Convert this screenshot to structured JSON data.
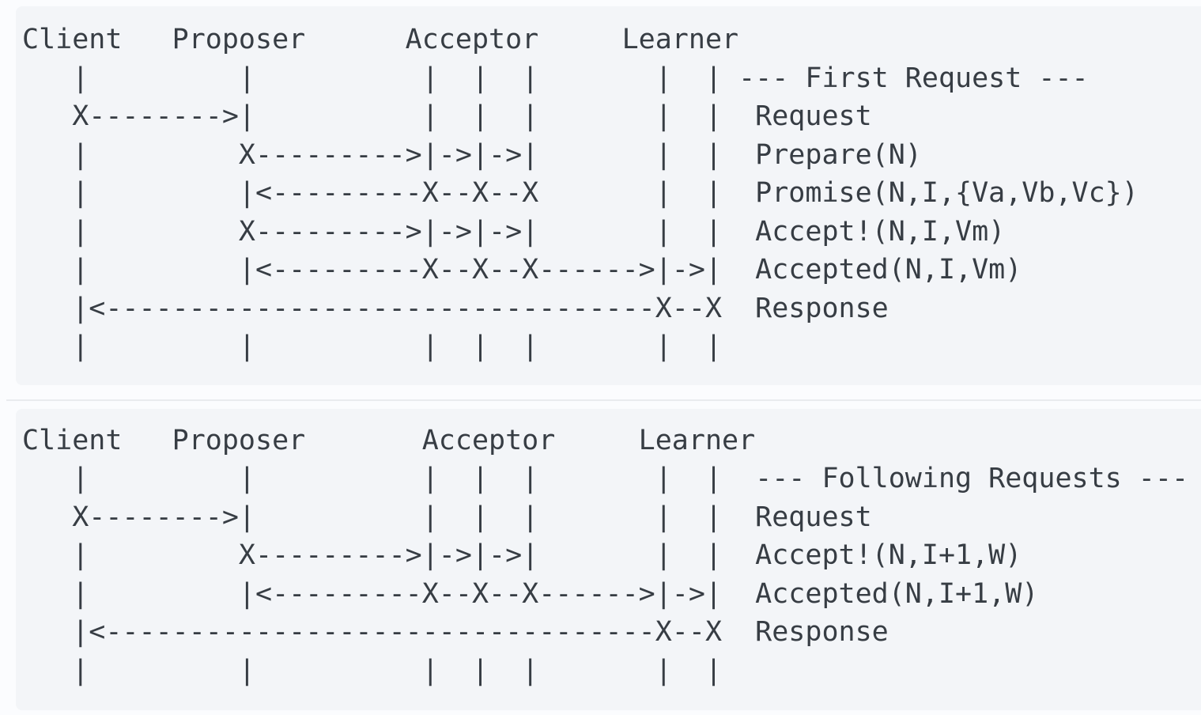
{
  "colors": {
    "page_background": "#fbfcfe",
    "block_background": "#f3f5f8",
    "text": "#373d44",
    "divider": "#e9ebee"
  },
  "diagrams": [
    {
      "title": "--- First Request ---",
      "actors": [
        "Client",
        "Proposer",
        "Acceptor",
        "Learner"
      ],
      "messages": [
        "Request",
        "Prepare(N)",
        "Promise(N,I,{Va,Vb,Vc})",
        "Accept!(N,I,Vm)",
        "Accepted(N,I,Vm)",
        "Response"
      ],
      "ascii": [
        "Client   Proposer      Acceptor     Learner",
        "   |         |          |  |  |       |  | --- First Request ---",
        "   X-------->|          |  |  |       |  |  Request",
        "   |         X--------->|->|->|       |  |  Prepare(N)",
        "   |         |<---------X--X--X       |  |  Promise(N,I,{Va,Vb,Vc})",
        "   |         X--------->|->|->|       |  |  Accept!(N,I,Vm)",
        "   |         |<---------X--X--X------>|->|  Accepted(N,I,Vm)",
        "   |<---------------------------------X--X  Response",
        "   |         |          |  |  |       |  |"
      ]
    },
    {
      "title": "--- Following Requests ---",
      "actors": [
        "Client",
        "Proposer",
        "Acceptor",
        "Learner"
      ],
      "messages": [
        "Request",
        "Accept!(N,I+1,W)",
        "Accepted(N,I+1,W)",
        "Response"
      ],
      "ascii": [
        "Client   Proposer       Acceptor     Learner",
        "   |         |          |  |  |       |  |  --- Following Requests ---",
        "   X-------->|          |  |  |       |  |  Request",
        "   |         X--------->|->|->|       |  |  Accept!(N,I+1,W)",
        "   |         |<---------X--X--X------>|->|  Accepted(N,I+1,W)",
        "   |<---------------------------------X--X  Response",
        "   |         |          |  |  |       |  |"
      ]
    }
  ]
}
